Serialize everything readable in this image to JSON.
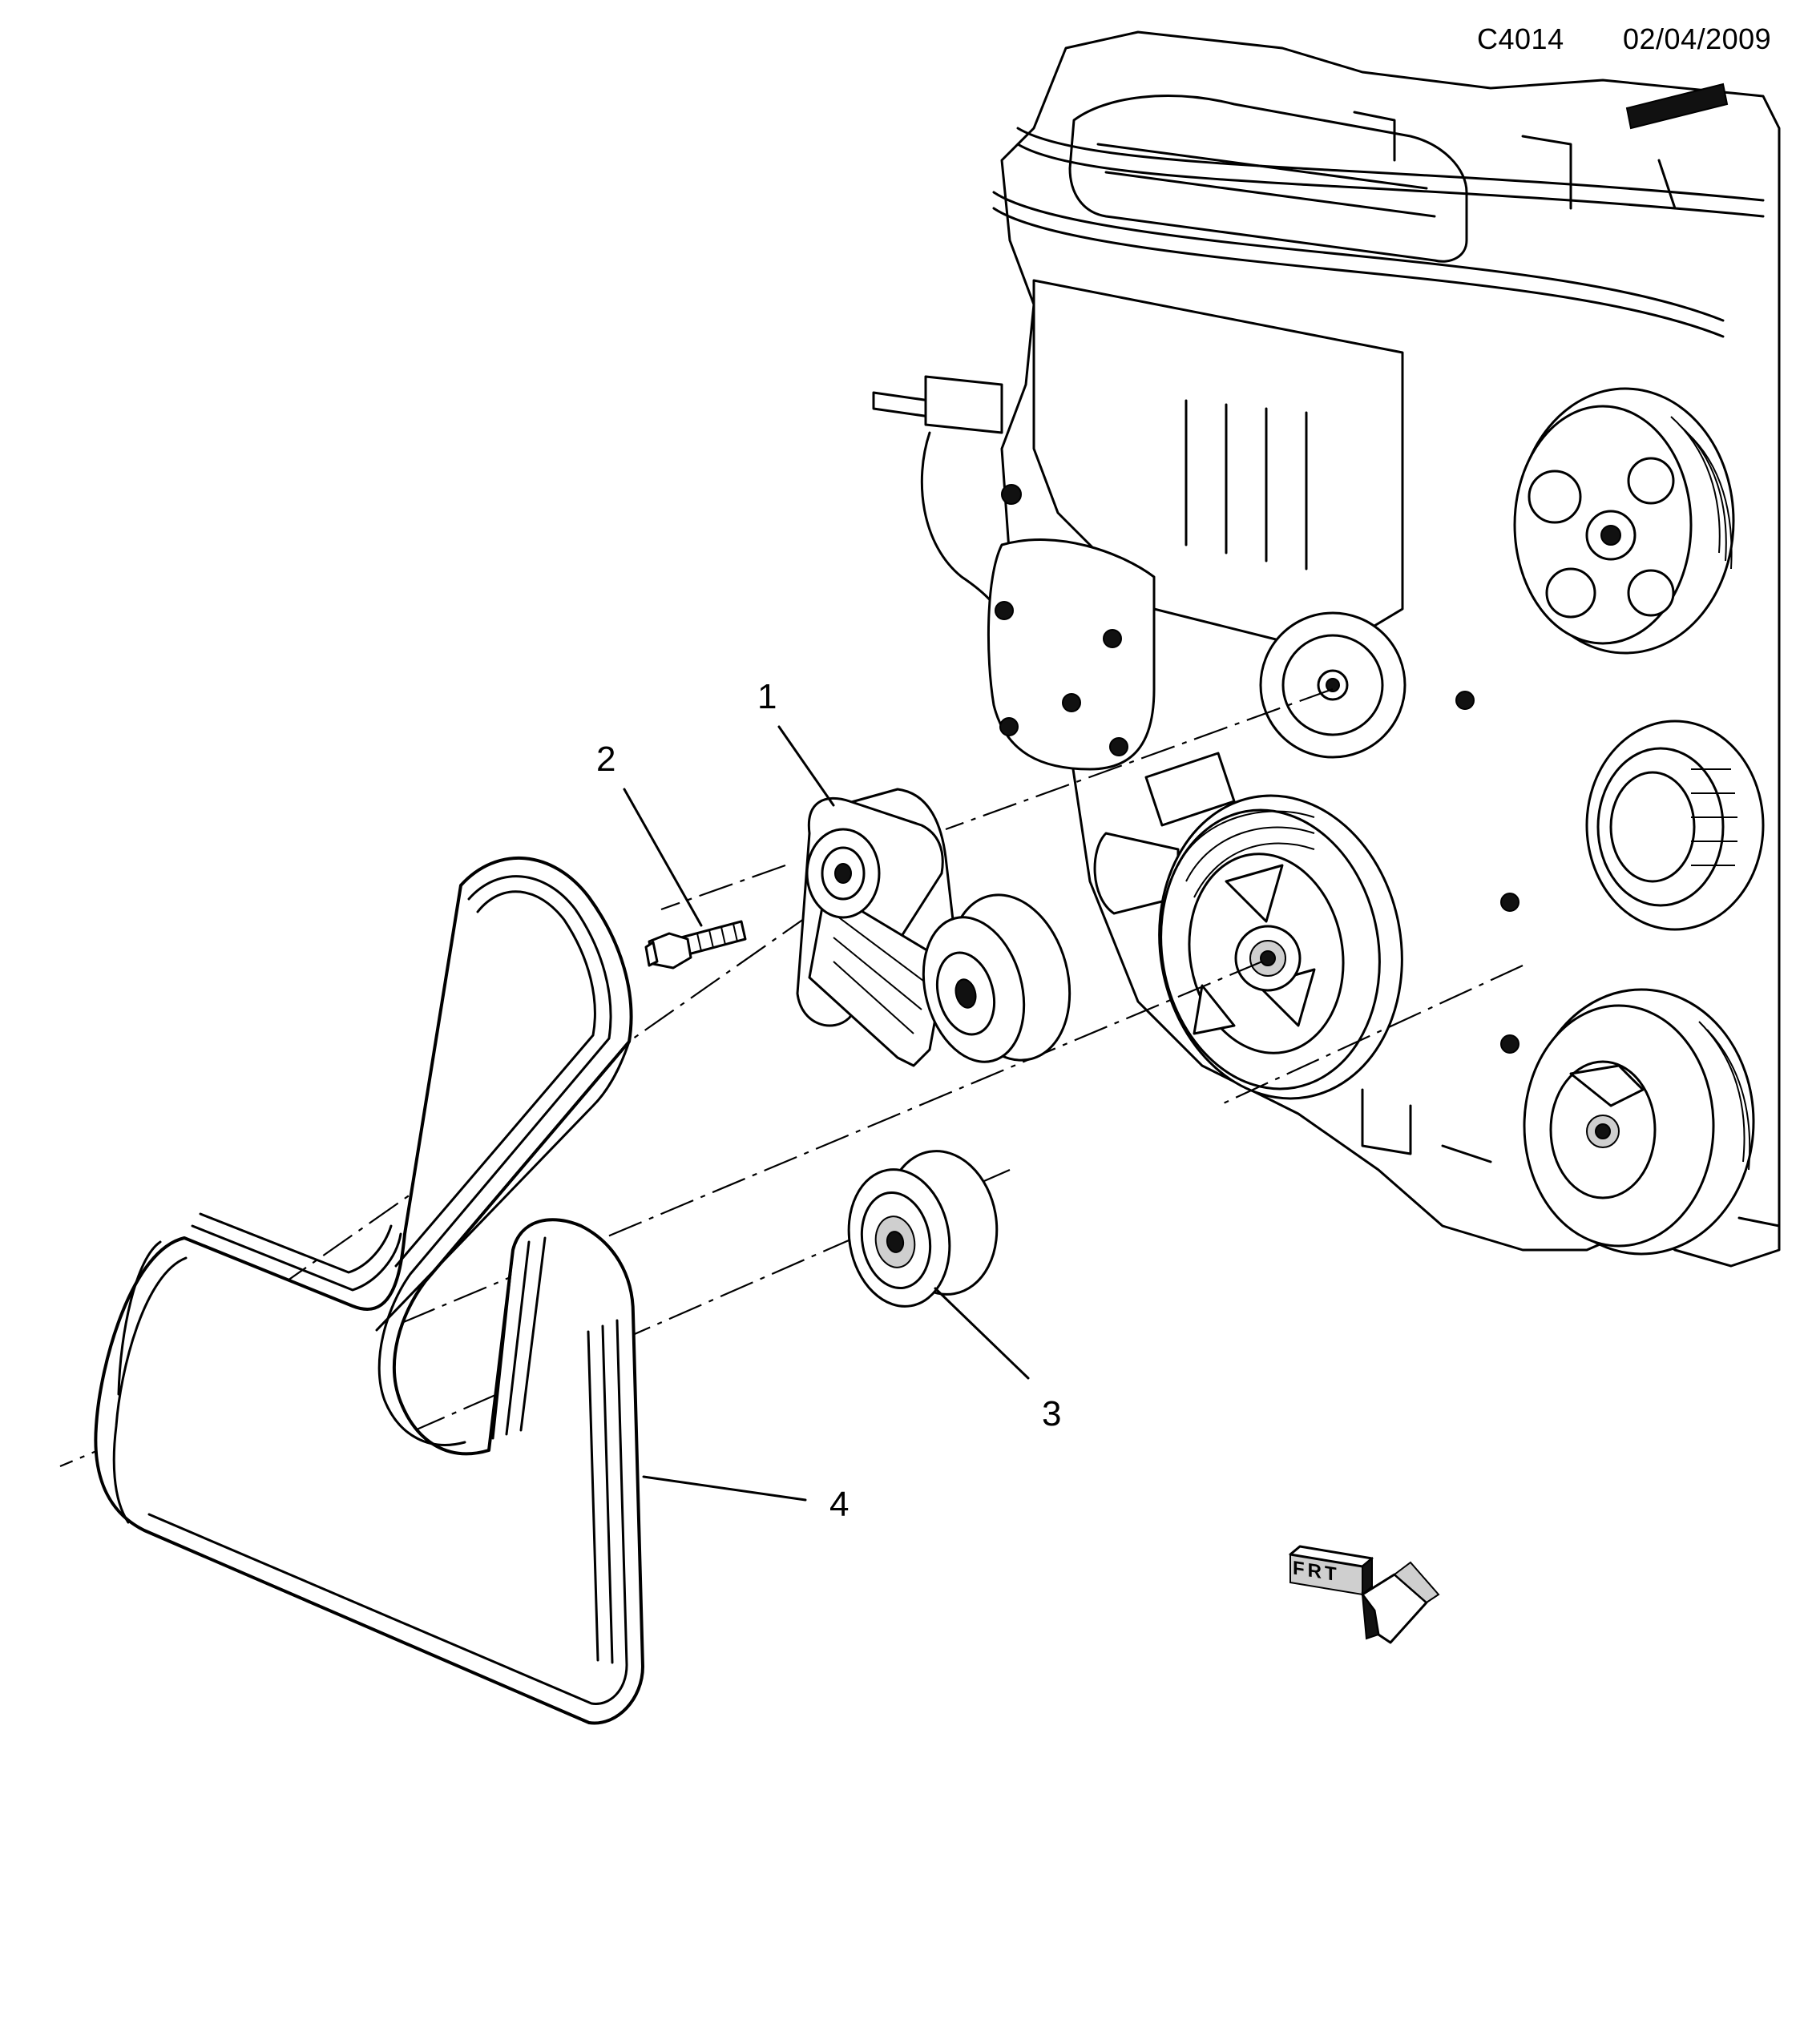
{
  "header": {
    "code": "C4014",
    "date": "02/04/2009"
  },
  "callouts": {
    "c1": "1",
    "c2": "2",
    "c3": "3",
    "c4": "4"
  },
  "parts": [
    {
      "number": "1",
      "name": "tensioner-assembly"
    },
    {
      "number": "2",
      "name": "bolt"
    },
    {
      "number": "3",
      "name": "idler-pulley"
    },
    {
      "number": "4",
      "name": "drive-belt"
    }
  ],
  "direction_indicator": {
    "text": "FRT",
    "icon": "front-arrow-icon"
  }
}
